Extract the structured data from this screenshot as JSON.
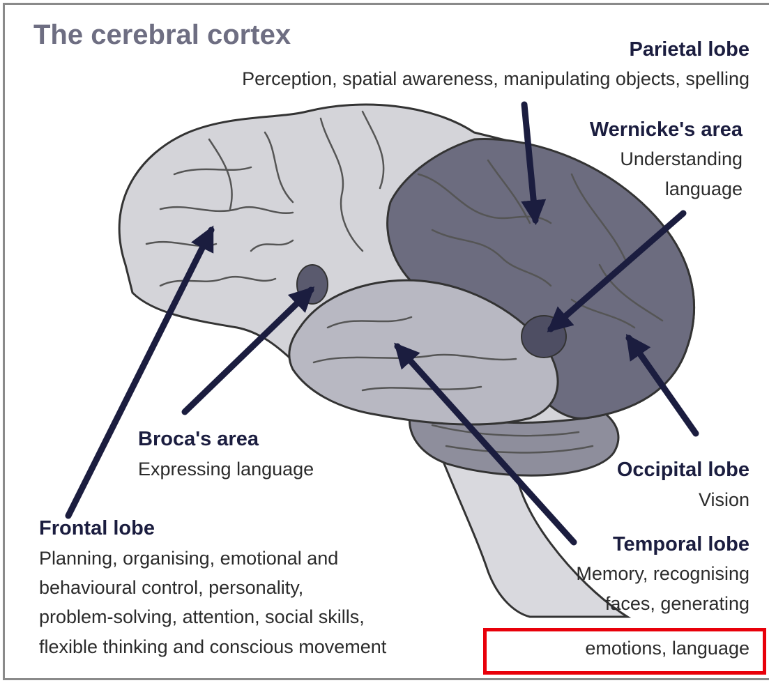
{
  "title": "The cerebral cortex",
  "labels": {
    "parietal": {
      "name": "Parietal lobe",
      "desc": "Perception, spatial awareness, manipulating objects, spelling"
    },
    "wernicke": {
      "name": "Wernicke's area",
      "desc_line1": "Understanding",
      "desc_line2": "language"
    },
    "broca": {
      "name": "Broca's area",
      "desc": "Expressing language"
    },
    "occipital": {
      "name": "Occipital lobe",
      "desc": "Vision"
    },
    "frontal": {
      "name": "Frontal lobe",
      "desc_lines": [
        "Planning, organising, emotional and",
        "behavioural control, personality,",
        "problem-solving, attention, social skills,",
        "flexible thinking and conscious movement"
      ]
    },
    "temporal": {
      "name": "Temporal lobe",
      "desc_lines": [
        "Memory, recognising",
        "faces, generating",
        "emotions, language"
      ]
    }
  },
  "colors": {
    "title": "#6e6e82",
    "arrow": "#1b1d3f",
    "highlight_box": "#e8000a",
    "brain_light": "#d4d4d9",
    "brain_dark": "#6c6c7f"
  }
}
